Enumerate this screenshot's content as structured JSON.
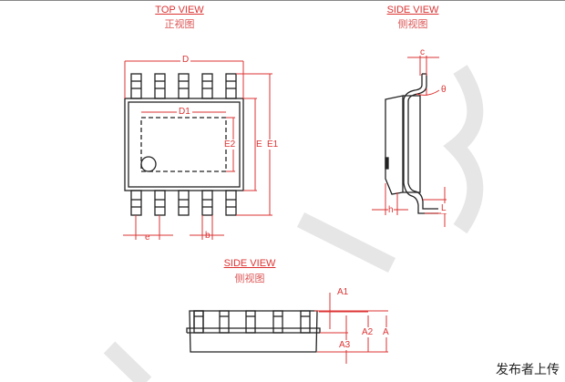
{
  "top_view": {
    "title": "TOP VIEW",
    "subtitle": "正视图",
    "labels": {
      "D": "D",
      "D1": "D1",
      "E2": "E2",
      "E": "E",
      "E1": "E1",
      "e": "e",
      "b": "b"
    }
  },
  "side_view_right": {
    "title": "SIDE VIEW",
    "subtitle": "侧视图",
    "labels": {
      "c": "c",
      "theta": "θ",
      "h": "h",
      "L": "L"
    }
  },
  "side_view_bottom": {
    "title": "SIDE VIEW",
    "subtitle": "侧视图",
    "labels": {
      "A1": "A1",
      "A2": "A2",
      "A": "A",
      "A3": "A3"
    }
  },
  "footer": "发布者上传",
  "colors": {
    "dimension": "#dd3333",
    "outline": "#222222",
    "watermark": "#e4e4e4"
  }
}
